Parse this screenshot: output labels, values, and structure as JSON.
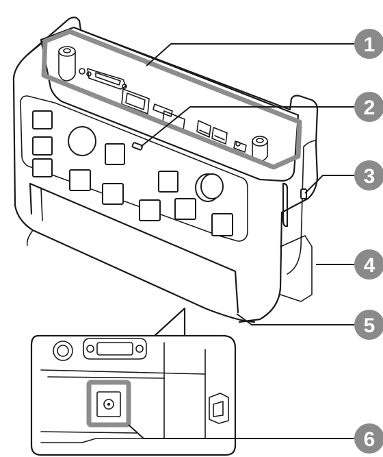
{
  "callouts": [
    {
      "number": "1"
    },
    {
      "number": "2"
    },
    {
      "number": "3"
    },
    {
      "number": "4"
    },
    {
      "number": "5"
    },
    {
      "number": "6"
    }
  ],
  "colors": {
    "callout_fill": "#8a8a8a",
    "highlight_frame": "#8d8d8d",
    "line": "#1a1a1a",
    "background": "#ffffff"
  }
}
